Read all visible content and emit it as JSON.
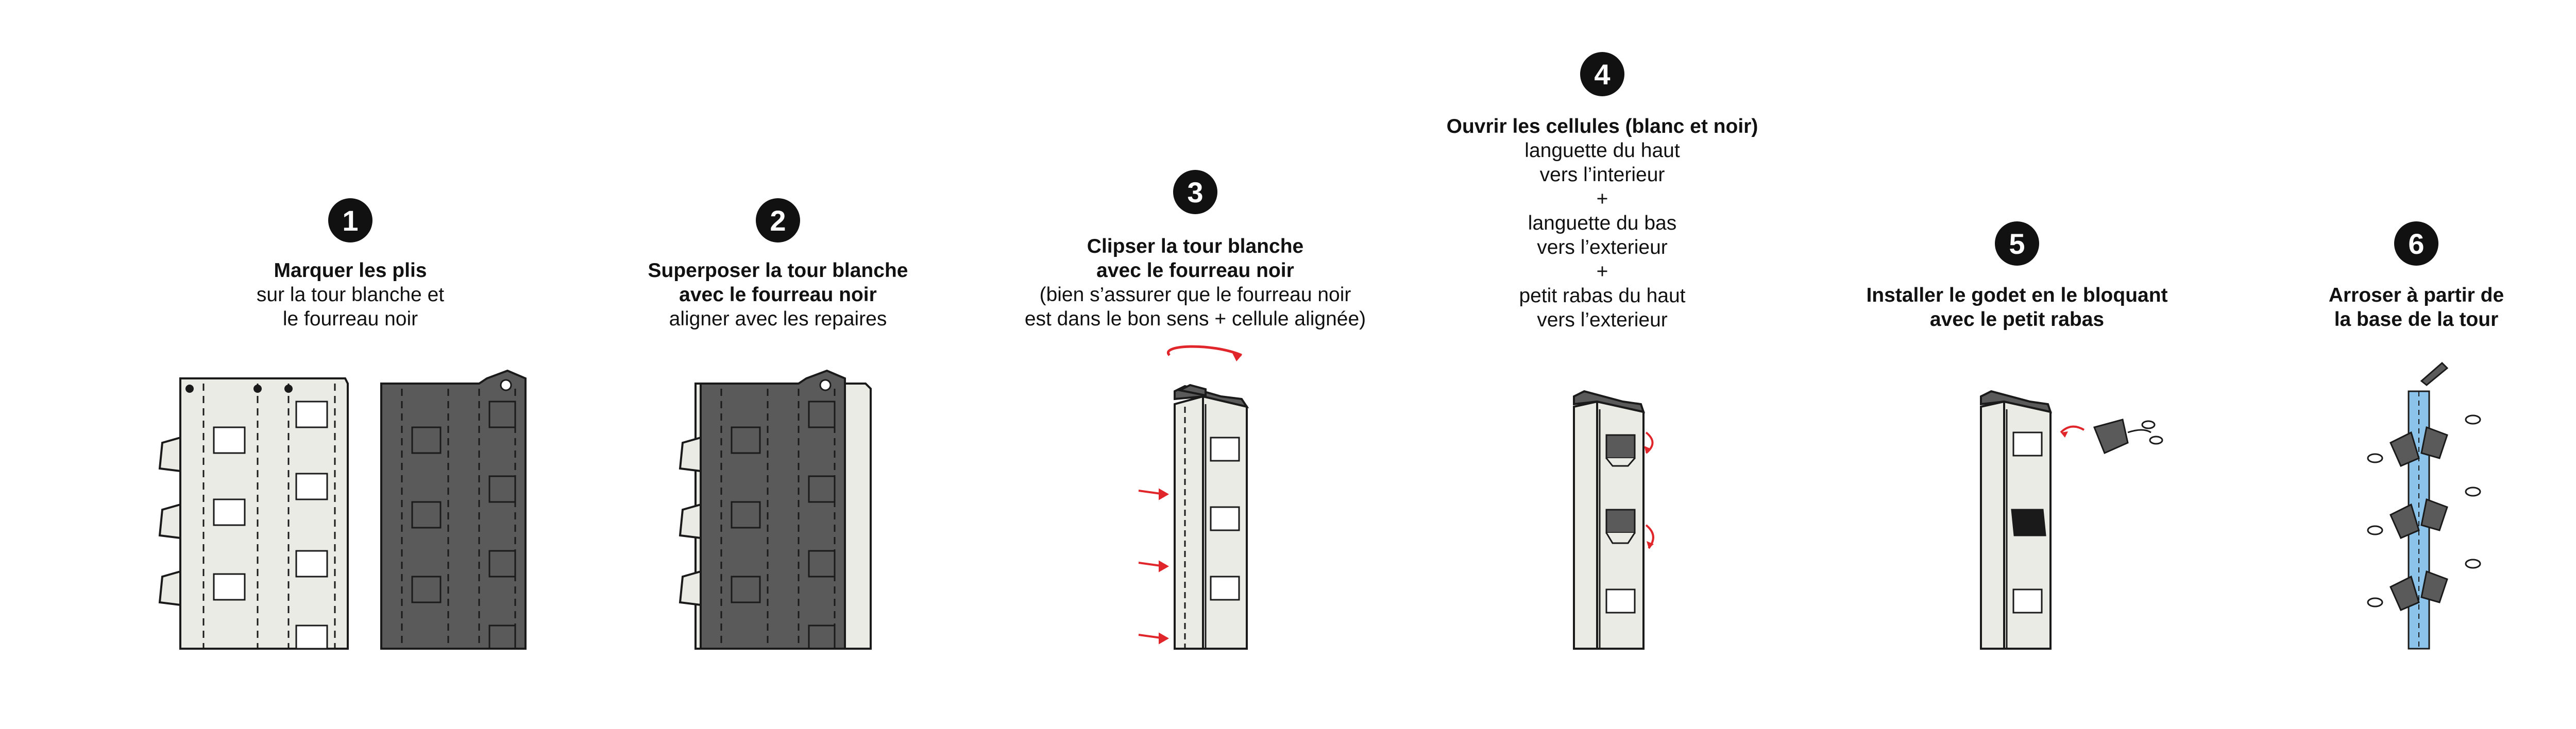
{
  "steps": [
    {
      "number": "1",
      "lines": [
        {
          "text": "Marquer les plis",
          "bold": true
        },
        {
          "text": "sur la tour blanche et",
          "bold": false
        },
        {
          "text": "le fourreau noir",
          "bold": false
        }
      ]
    },
    {
      "number": "2",
      "lines": [
        {
          "text": "Superposer la tour blanche",
          "bold": true
        },
        {
          "text": "avec le fourreau noir",
          "bold": true
        },
        {
          "text": "aligner avec les repaires",
          "bold": false
        }
      ]
    },
    {
      "number": "3",
      "lines": [
        {
          "text": "Clipser la tour blanche",
          "bold": true
        },
        {
          "text": "avec le fourreau noir",
          "bold": true
        },
        {
          "text": "(bien s’assurer que le fourreau noir",
          "bold": false
        },
        {
          "text": "est dans le bon sens + cellule alignée)",
          "bold": false
        }
      ]
    },
    {
      "number": "4",
      "lines": [
        {
          "text": "Ouvrir les cellules (blanc et noir)",
          "bold": true
        },
        {
          "text": "languette du haut",
          "bold": false
        },
        {
          "text": "vers l’interieur",
          "bold": false
        },
        {
          "text": "+",
          "bold": false
        },
        {
          "text": "languette du bas",
          "bold": false
        },
        {
          "text": "vers l’exterieur",
          "bold": false
        },
        {
          "text": "+",
          "bold": false
        },
        {
          "text": "petit rabas du haut",
          "bold": false
        },
        {
          "text": "vers l’exterieur",
          "bold": false
        }
      ]
    },
    {
      "number": "5",
      "lines": [
        {
          "text": "Installer le godet en le bloquant",
          "bold": true
        },
        {
          "text": "avec le petit rabas",
          "bold": true
        }
      ]
    },
    {
      "number": "6",
      "lines": [
        {
          "text": "Arroser à partir de",
          "bold": true
        },
        {
          "text": "la base de la tour",
          "bold": true
        }
      ]
    }
  ],
  "colors": {
    "panel_white": "#ebebe6",
    "panel_dark": "#5a5a5a",
    "outline": "#1a1a1a",
    "arrow_red": "#e0262a",
    "water_blue": "#8cc3ea"
  }
}
